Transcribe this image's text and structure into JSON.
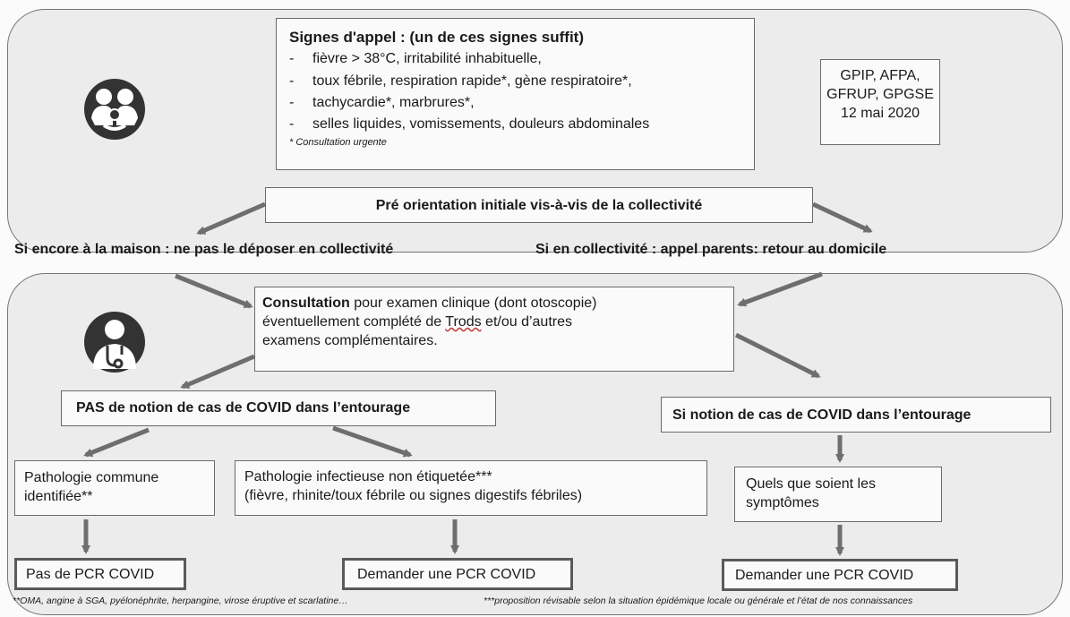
{
  "signes": {
    "title": "Signes d'appel : (un de ces signes suffit)",
    "items": [
      "fièvre > 38°C, irritabilité inhabituelle,",
      "toux fébrile, respiration rapide*, gène respiratoire*,",
      "tachycardie*, marbrures*,",
      "selles liquides, vomissements, douleurs abdominales"
    ],
    "note": "* Consultation urgente"
  },
  "source": {
    "line1": "GPIP, AFPA,",
    "line2": "GFRUP, GPGSE",
    "line3": "12 mai 2020"
  },
  "preorientation": "Pré orientation initiale vis-à-vis de la collectivité",
  "branch_maison": "Si encore à la maison : ne pas le déposer en collectivité",
  "branch_collectivite": "Si en collectivité : appel parents: retour au domicile",
  "consultation": {
    "bold": "Consultation",
    "text1": " pour examen clinique (dont otoscopie)",
    "text2a": "éventuellement complété de ",
    "trods": "Trods",
    "text2b": " et/ou d’autres",
    "text3": "examens complémentaires."
  },
  "pas_covid": "PAS de notion de cas de COVID dans l’entourage",
  "si_covid": "Si notion de cas de  COVID dans l’entourage",
  "commune": {
    "line1": "Pathologie commune",
    "line2": "identifiée**"
  },
  "infect": {
    "line1": "Pathologie infectieuse non étiquetée***",
    "line2": "(fièvre, rhinite/toux fébrile ou signes digestifs fébriles)"
  },
  "quels": {
    "line1": "Quels que soient les",
    "line2": "symptômes"
  },
  "pas_pcr": "Pas de PCR COVID",
  "demander_pcr_1": "Demander une PCR COVID",
  "demander_pcr_2": "Demander une PCR COVID",
  "footnote_1": "**OMA, angine à SGA, pyélonéphrite, herpangine, virose éruptive et scarlatine…",
  "footnote_2": "***proposition révisable selon la situation épidémique locale ou générale et l’état de nos connaissances",
  "icons": {
    "top": "family-icon",
    "bottom": "doctor-icon"
  },
  "colors": {
    "arrow": "#6e6e6e",
    "panel": "#ececec",
    "icon_circle": "#333333"
  }
}
